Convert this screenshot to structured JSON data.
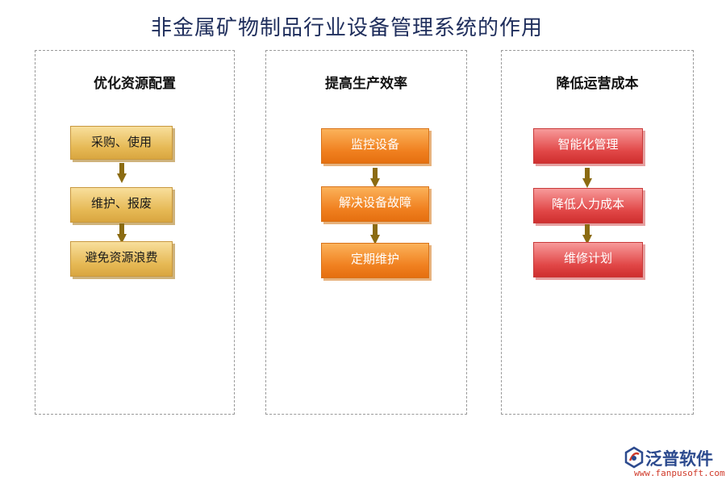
{
  "title": "非金属矿物制品行业设备管理系统的作用",
  "columns": [
    {
      "heading": "优化资源配置",
      "steps": [
        "采购、使用",
        "维护、报废",
        "避免资源浪费"
      ]
    },
    {
      "heading": "提高生产效率",
      "steps": [
        "监控设备",
        "解决设备故障",
        "定期维护"
      ]
    },
    {
      "heading": "降低运营成本",
      "steps": [
        "智能化管理",
        "降低人力成本",
        "维修计划"
      ]
    }
  ],
  "colors": {
    "column1": "#e6b955",
    "column2": "#f0801f",
    "column3": "#e14747",
    "arrow": "#8b6b12"
  },
  "logo": {
    "name": "泛普软件",
    "url": "www.fanpusoft.com",
    "icon": "fanpu-logo-icon"
  }
}
